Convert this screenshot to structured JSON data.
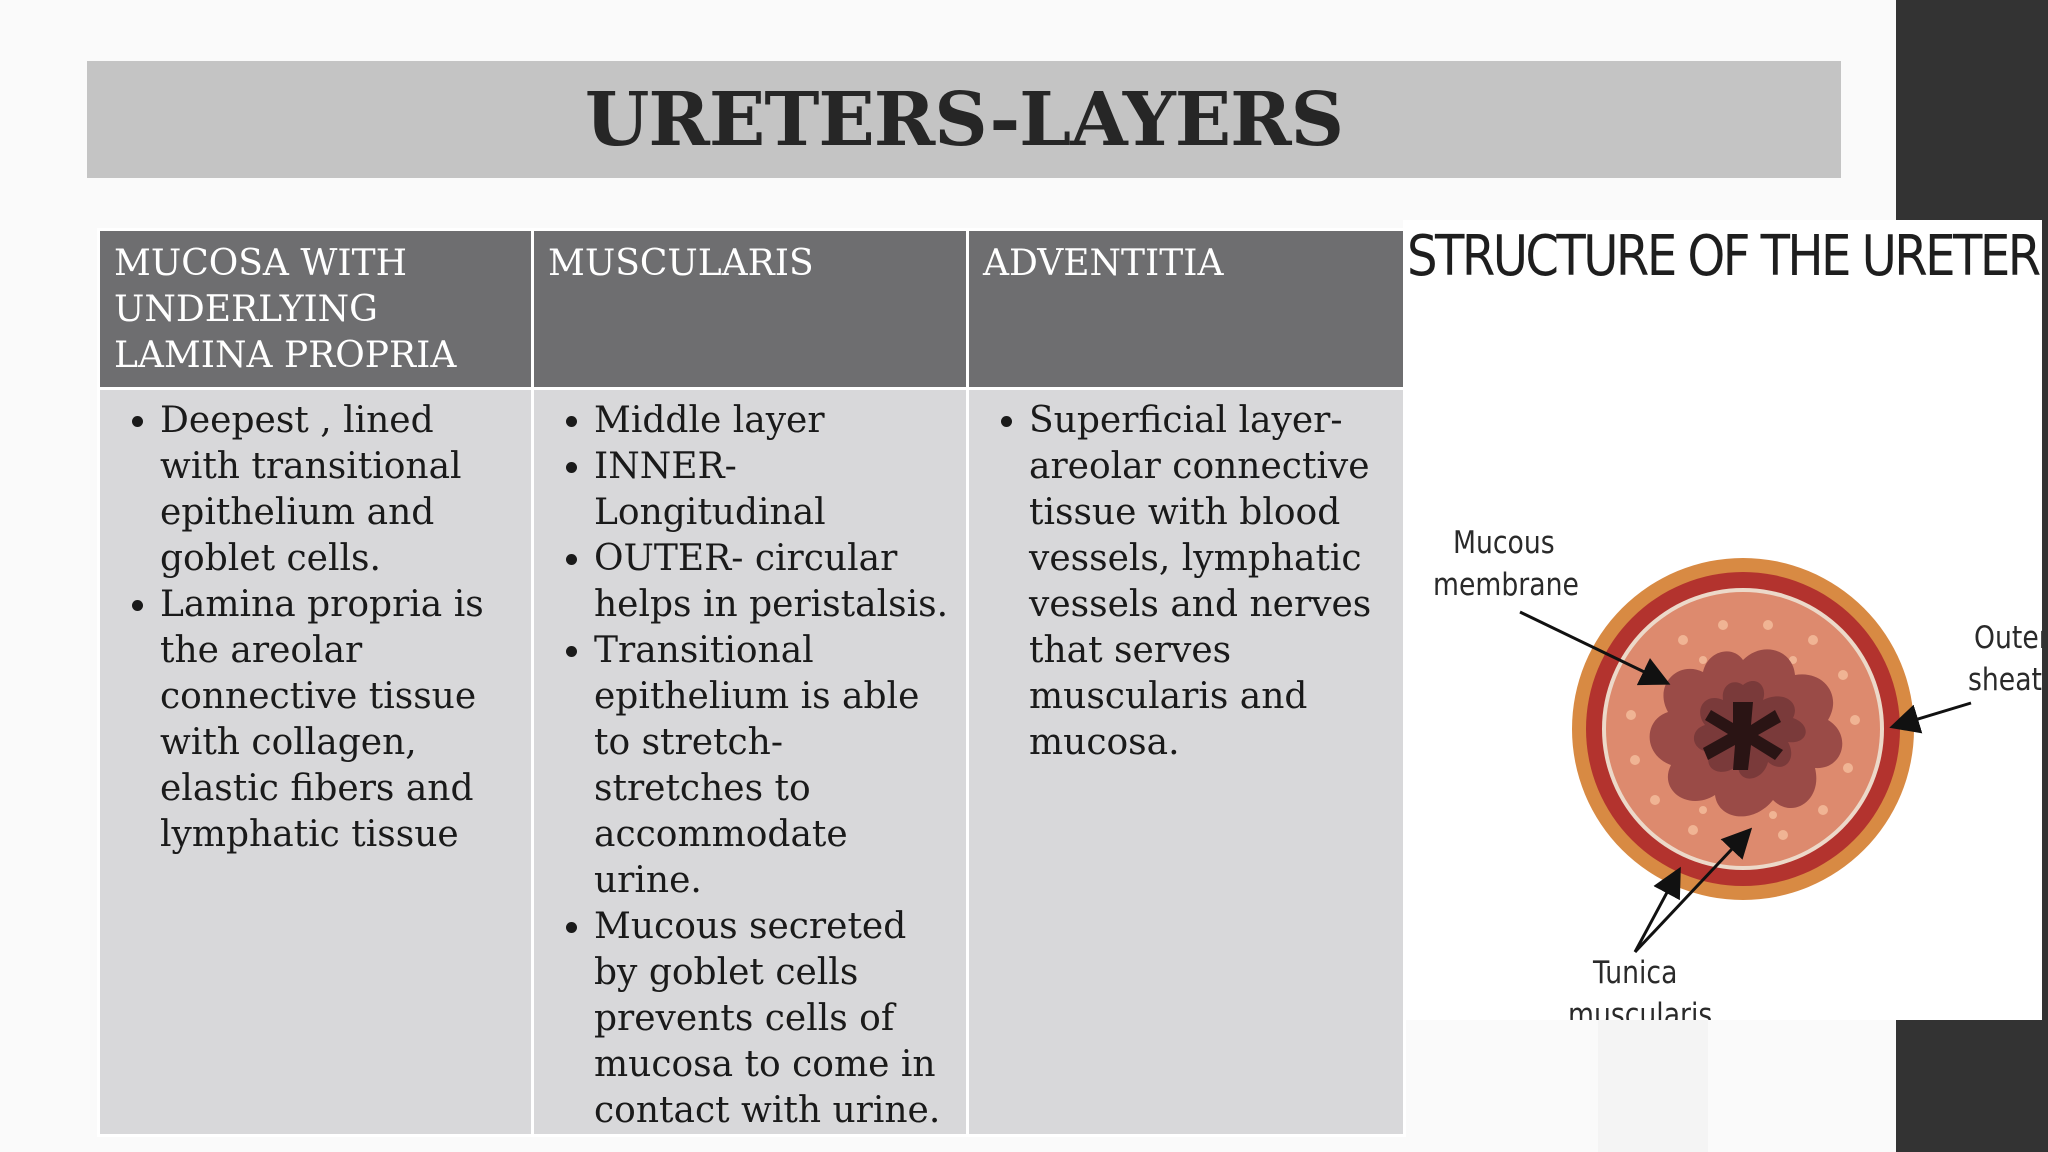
{
  "slide": {
    "title": "URETERS-LAYERS"
  },
  "table": {
    "columns": [
      {
        "header": "MUCOSA WITH UNDERLYING LAMINA PROPRIA",
        "bullets": [
          "Deepest , lined with transitional epithelium  and goblet cells.",
          "Lamina propria is the areolar connective tissue with collagen, elastic fibers and lymphatic tissue"
        ]
      },
      {
        "header": "MUSCULARIS",
        "bullets": [
          "Middle layer",
          "INNER- Longitudinal",
          "OUTER- circular helps in peristalsis.",
          "Transitional epithelium is able to stretch- stretches to accommodate urine.",
          "Mucous secreted by goblet cells prevents cells of mucosa to come in contact with urine."
        ]
      },
      {
        "header": "ADVENTITIA",
        "bullets": [
          "Superficial layer- areolar connective tissue with blood vessels, lymphatic vessels and nerves that serves muscularis and mucosa."
        ]
      }
    ]
  },
  "diagram": {
    "title": "STRUCTURE OF THE URETER",
    "labels": {
      "mucous_line1": "Mucous",
      "mucous_line2": "membrane",
      "outer_line1": "Outer",
      "outer_line2": "sheath",
      "tunica_line1": "Tunica",
      "tunica_line2": "muscularis"
    },
    "colors": {
      "outer_ring": "#d88a43",
      "muscle_ring": "#b3332e",
      "mucosa": "#dd8a6e",
      "lumen_fold": "#7a3a3a",
      "lumen": "#2a1414"
    }
  }
}
